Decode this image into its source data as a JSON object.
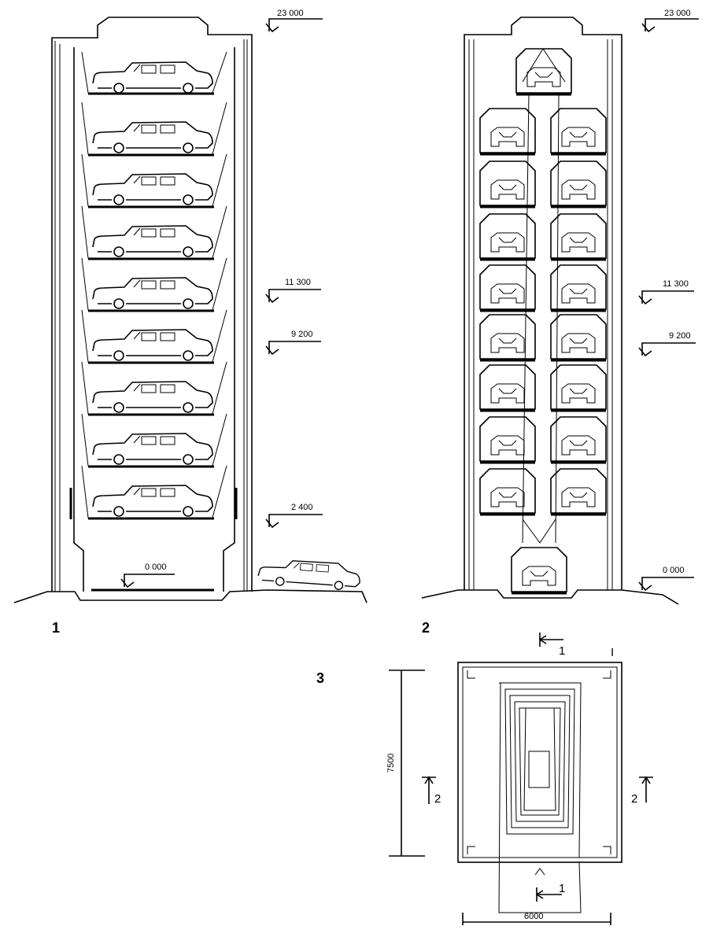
{
  "figures": {
    "fig1_label": "1",
    "fig2_label": "2",
    "fig3_label": "3"
  },
  "elevations": {
    "top": "23 000",
    "level_11300": "11 300",
    "level_9200": "9 200",
    "level_2400": "2 400",
    "ground": "0 000"
  },
  "plan": {
    "depth_dim": "7500",
    "width_dim": "6000",
    "section_1": "1",
    "section_2": "2",
    "corner_mark": "I"
  }
}
